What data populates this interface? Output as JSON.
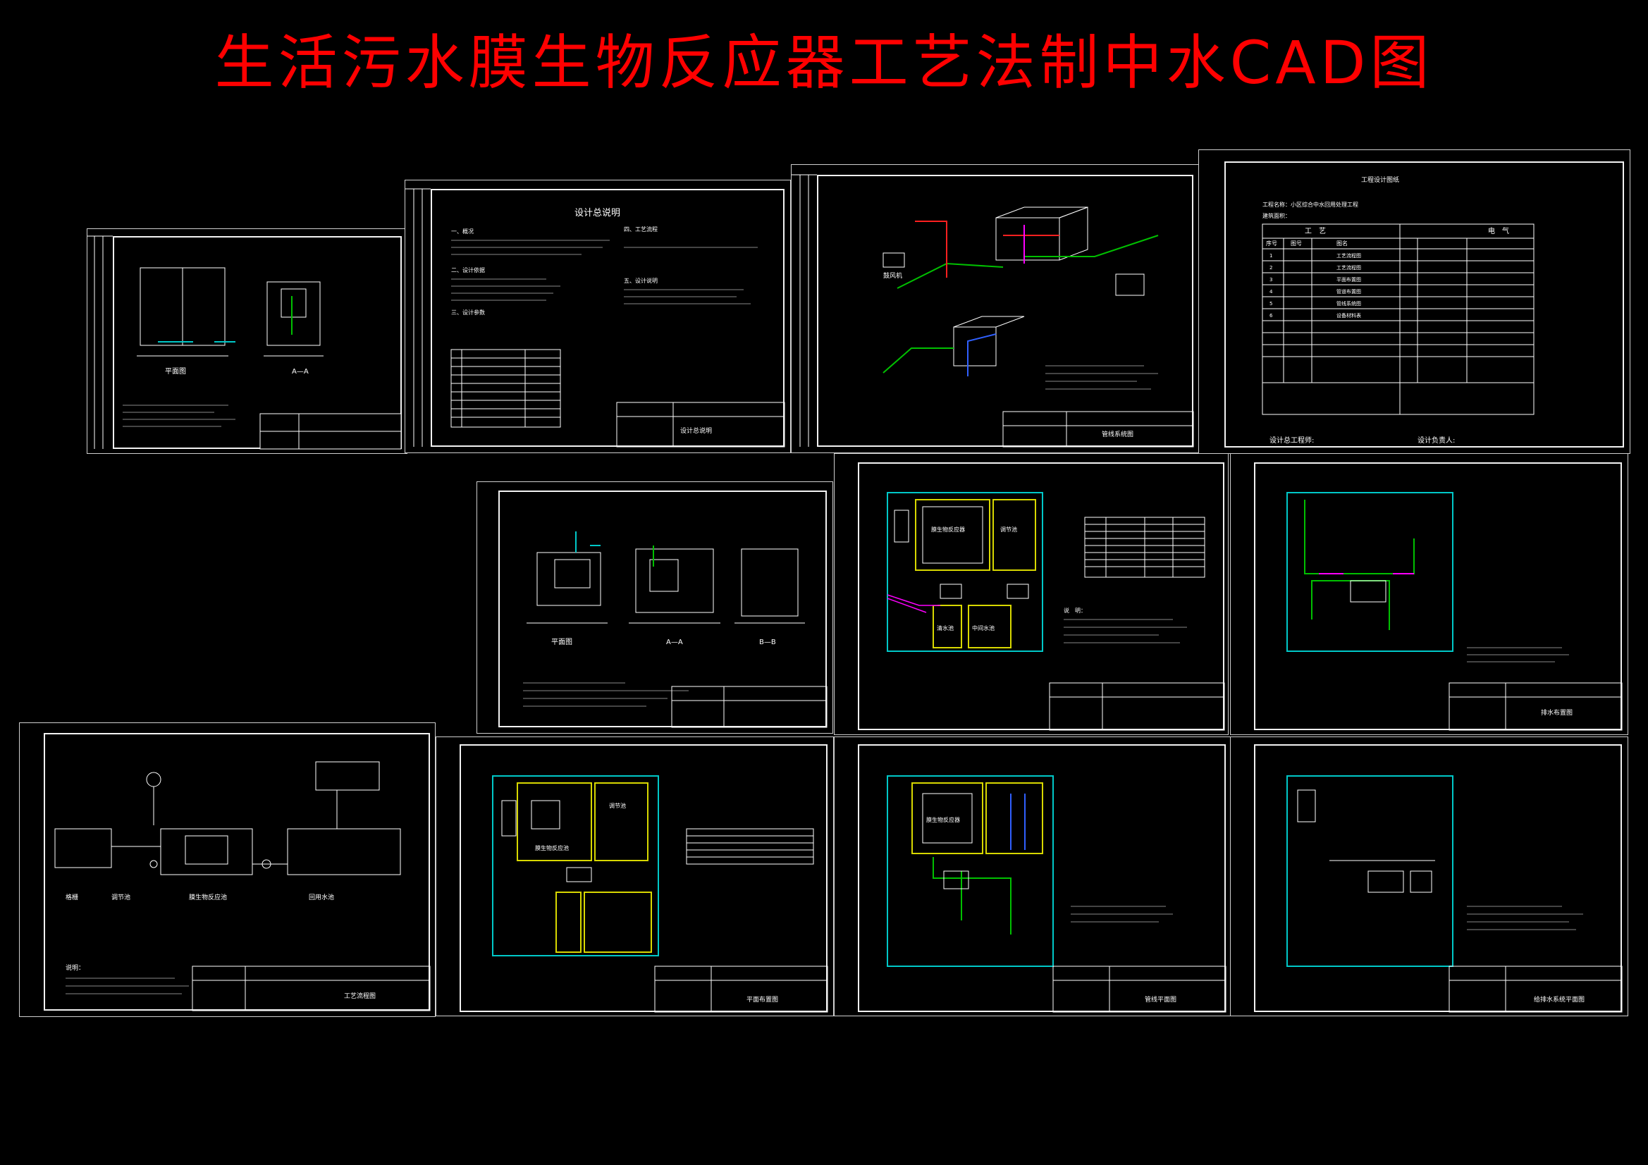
{
  "title": "生活污水膜生物反应器工艺法制中水CAD图",
  "colors": {
    "title": "#ff0000",
    "bg": "#000000",
    "line": "#ffffff",
    "green": "#00c000",
    "cyan": "#00c8c8",
    "yellow": "#d8d800",
    "magenta": "#ff00ff",
    "red": "#ff2020",
    "blue": "#3060ff"
  },
  "sheets": {
    "s1": {
      "plan_label": "平面图",
      "section_label": "A—A"
    },
    "s2": {
      "heading": "设计总说明",
      "section1": "一、概况",
      "section2": "二、设计依据",
      "section3": "三、设计参数",
      "section4": "四、工艺流程",
      "section5": "五、设计说明",
      "tb_name": "设计总说明"
    },
    "s3": {
      "tb_name": "管线系统图",
      "fan_label": "鼓风机"
    },
    "s4": {
      "heading": "工程设计图纸",
      "row_project": "工程名称：小区综合中水回用处理工程",
      "row_sub": "建筑面积：",
      "col_process": "工　艺",
      "col_elec": "电　气",
      "h_no": "序号",
      "h_code": "图号",
      "h_name": "图名",
      "items": [
        "工艺流程图",
        "工艺流程图",
        "平面布置图",
        "管道布置图",
        "管线系统图",
        "设备材料表",
        "",
        "",
        ""
      ],
      "bottom_left": "设计总工程师:",
      "bottom_right": "设计负责人:"
    },
    "s5": {
      "plan_label": "平面图",
      "aa": "A—A",
      "bb": "B—B"
    },
    "s6": {
      "tank1": "膜生物反应器",
      "tank2": "调节池",
      "tank3": "中间水池",
      "tank4": "清水池",
      "note_title": "说　明："
    },
    "s7": {
      "tb_name": "排水布置图"
    },
    "s8": {
      "l1": "格栅",
      "l2": "调节池",
      "l3": "膜生物反应池",
      "l4": "回用水池",
      "note_title": "说明：",
      "tb_name": "工艺流程图"
    },
    "s9": {
      "tank1": "膜生物反应池",
      "tank2": "调节池",
      "tb_name": "平面布置图"
    },
    "s10": {
      "tank1": "膜生物反应器",
      "tb_name": "管线平面图"
    },
    "s11": {
      "tb_name": "给排水系统平面图"
    }
  }
}
